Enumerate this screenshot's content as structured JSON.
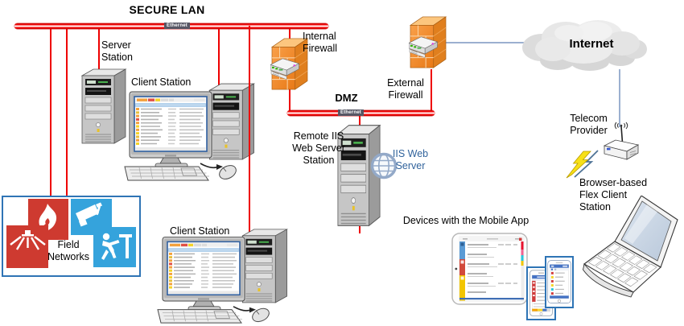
{
  "buses": {
    "lan": {
      "title": "SECURE LAN",
      "media": "Ethernet"
    },
    "dmz": {
      "title": "DMZ",
      "media": "Ethernet"
    }
  },
  "nodes": {
    "server_station": {
      "label": "Server\nStation"
    },
    "client_station_top": {
      "label": "Client Station"
    },
    "client_station_bottom": {
      "label": "Client Station"
    },
    "internal_firewall": {
      "label": "Internal\nFirewall"
    },
    "external_firewall": {
      "label": "External\nFirewall"
    },
    "remote_iis_station": {
      "label": "Remote IIS\nWeb Server\nStation"
    },
    "iis_web_server": {
      "label": "IIS Web\nServer"
    },
    "internet": {
      "label": "Internet"
    },
    "telecom_provider": {
      "label": "Telecom\nProvider"
    },
    "flex_client_station": {
      "label": "Browser-based\nFlex Client\nStation"
    },
    "mobile_devices": {
      "label": "Devices with the Mobile App"
    },
    "field_networks": {
      "label": "Field\nNetworks"
    }
  },
  "colors": {
    "lan_line_red": "#ee0000",
    "internet_line_blue": "#9bb0d0",
    "firewall_orange": "#ef8b2a",
    "field_alarm_red": "#ce3a30",
    "field_alarm_blue": "#35a3dc",
    "iis_text_blue": "#31639c"
  }
}
